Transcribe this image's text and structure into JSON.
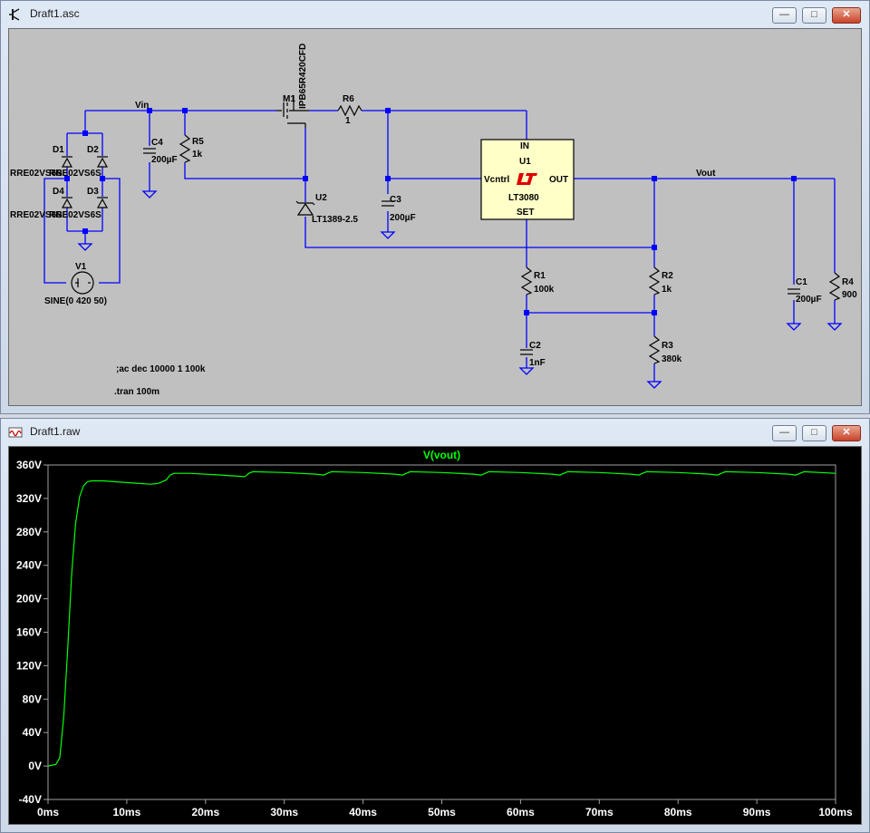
{
  "schematic_window": {
    "title": "Draft1.asc",
    "min_label": "—",
    "max_label": "□",
    "close_label": "✕",
    "labels": {
      "vin": "Vin",
      "vout": "Vout",
      "m1": "M1",
      "m1_part": "IPB65R420CFD",
      "r6": "R6",
      "r6_val": "1",
      "c4": "C4",
      "c4_val": "200µF",
      "r5": "R5",
      "r5_val": "1k",
      "d1": "D1",
      "d2": "D2",
      "d3": "D3",
      "d4": "D4",
      "d_part_1": "RRE02VS6S",
      "d_part_2": "RRE02VS6S",
      "d_part_3": "RRE02VS6S",
      "d_part_4": "RRE02VS6S",
      "u2": "U2",
      "u2_part": "LT1389-2.5",
      "c3": "C3",
      "c3_val": "200µF",
      "u1_in": "IN",
      "u1": "U1",
      "u1_vcntrl": "Vcntrl",
      "u1_out": "OUT",
      "u1_part": "LT3080",
      "u1_set": "SET",
      "lt_logo": "LT",
      "v1": "V1",
      "v1_val": "SINE(0 420 50)",
      "r1": "R1",
      "r1_val": "100k",
      "r2": "R2",
      "r2_val": "1k",
      "r3": "R3",
      "r3_val": "380k",
      "c2": "C2",
      "c2_val": "1nF",
      "c1": "C1",
      "c1_val": "200µF",
      "r4": "R4",
      "r4_val": "900",
      "directive_ac": ";ac dec 10000 1 100k",
      "directive_tran": ".tran 100m"
    }
  },
  "waveform_window": {
    "title": "Draft1.raw",
    "min_label": "—",
    "max_label": "□",
    "close_label": "✕"
  },
  "colors": {
    "wire": "#0000ff",
    "junction": "#0000ff",
    "schematic_bg": "#c0c0c0",
    "component": "#000000",
    "ic_fill": "#ffffc8",
    "lt_logo": "#e00000",
    "plot_bg": "#000000",
    "plot_axis": "#a0a0a0",
    "trace": "#00ff00",
    "tick_text": "#ffffff"
  },
  "chart_data": {
    "type": "line",
    "title": "V(vout)",
    "xlabel": "",
    "ylabel": "",
    "xlim": [
      0,
      100
    ],
    "ylim": [
      -40,
      360
    ],
    "x_ticks": [
      "0ms",
      "10ms",
      "20ms",
      "30ms",
      "40ms",
      "50ms",
      "60ms",
      "70ms",
      "80ms",
      "90ms",
      "100ms"
    ],
    "y_ticks": [
      "-40V",
      "0V",
      "40V",
      "80V",
      "120V",
      "160V",
      "200V",
      "240V",
      "280V",
      "320V",
      "360V"
    ],
    "grid": false,
    "series": [
      {
        "name": "V(vout)",
        "color": "#00ff00",
        "x": [
          0,
          1,
          1.5,
          2,
          2.5,
          3,
          3.5,
          4,
          4.5,
          5,
          5.5,
          6,
          7,
          10,
          13,
          14,
          15,
          15.5,
          16,
          18,
          22,
          25,
          25.5,
          26,
          30,
          34,
          35,
          35.5,
          36,
          40,
          44,
          45,
          45.5,
          46,
          50,
          54,
          55,
          55.5,
          56,
          60,
          64,
          65,
          65.5,
          66,
          70,
          74,
          75,
          75.5,
          76,
          80,
          84,
          85,
          85.5,
          86,
          90,
          94,
          95,
          95.5,
          96,
          100
        ],
        "y": [
          0,
          2,
          10,
          60,
          140,
          230,
          290,
          322,
          335,
          340,
          341,
          341,
          341,
          339,
          337,
          338,
          342,
          348,
          350,
          350,
          348,
          346,
          350,
          352,
          351,
          349,
          348,
          350,
          352,
          351,
          349,
          348,
          350,
          352,
          351,
          349,
          348,
          350,
          352,
          351,
          349,
          348,
          350,
          352,
          351,
          349,
          348,
          350,
          352,
          351,
          349,
          348,
          350,
          352,
          351,
          349,
          348,
          350,
          352,
          350
        ]
      }
    ]
  }
}
